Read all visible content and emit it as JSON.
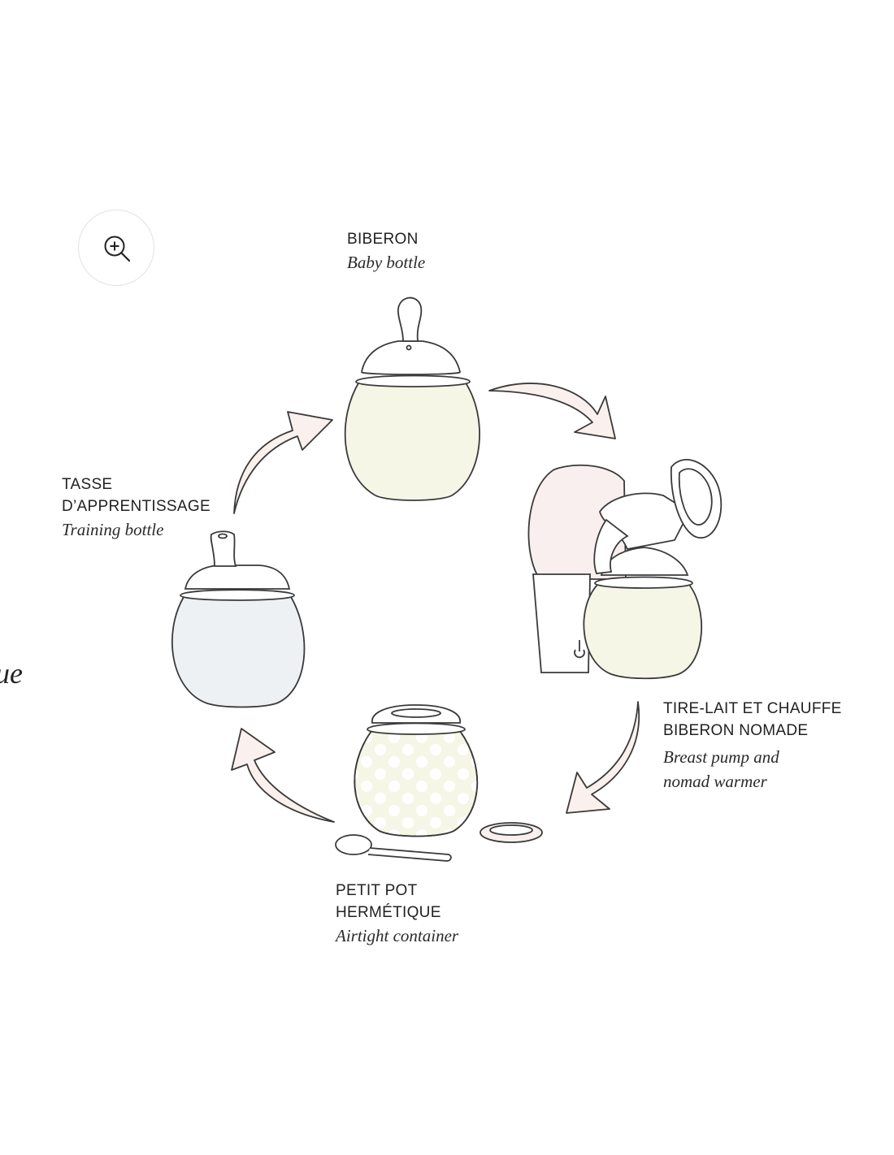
{
  "zoom_button": {
    "icon": "zoom-in-icon"
  },
  "cut_off_text": "ue",
  "steps": {
    "baby_bottle": {
      "fr_lines": [
        "BIBERON"
      ],
      "en_lines": [
        "Baby bottle"
      ]
    },
    "pump_warmer": {
      "fr_lines": [
        "TIRE-LAIT ET CHAUFFE",
        "BIBERON NOMADE"
      ],
      "en_lines": [
        "Breast pump and",
        "nomad warmer"
      ]
    },
    "container": {
      "fr_lines": [
        "PETIT POT",
        "HERMÉTIQUE"
      ],
      "en_lines": [
        "Airtight container"
      ]
    },
    "training": {
      "fr_lines": [
        "TASSE",
        "D’APPRENTISSAGE"
      ],
      "en_lines": [
        "Training bottle"
      ]
    }
  },
  "colors": {
    "outline": "#3a3a3a",
    "arrow_fill": "#faf0ee",
    "cream_fill": "#f6f6e6",
    "blue_fill": "#eef1f3",
    "pink_fill": "#f9efee"
  }
}
